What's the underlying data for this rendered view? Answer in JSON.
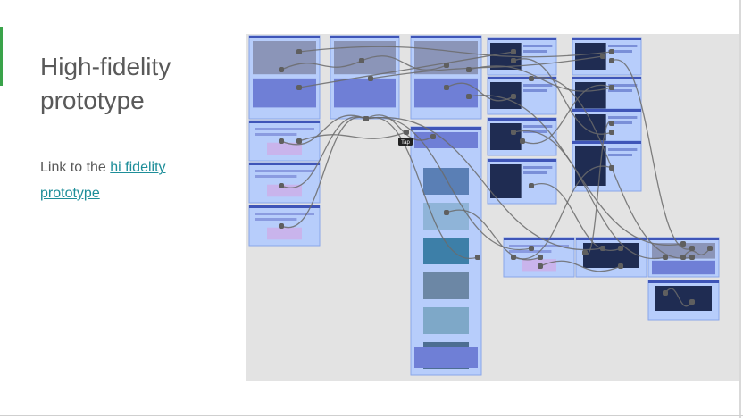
{
  "slide": {
    "title": "High-fidelity prototype",
    "body_prefix": "Link to the ",
    "link_text": "hi fidelity prototype"
  },
  "prototype_map": {
    "tooltip_label": "Tap",
    "colors": {
      "canvas": "#e3e3e3",
      "screen_fill": "#b7cdfb",
      "screen_border": "#8aa6ea",
      "banner": "#6f7fd6",
      "dark_banner": "#1f2c52",
      "connector": "#6b6b6b",
      "accent": "#3aa34a",
      "link": "#1e8e99"
    }
  }
}
